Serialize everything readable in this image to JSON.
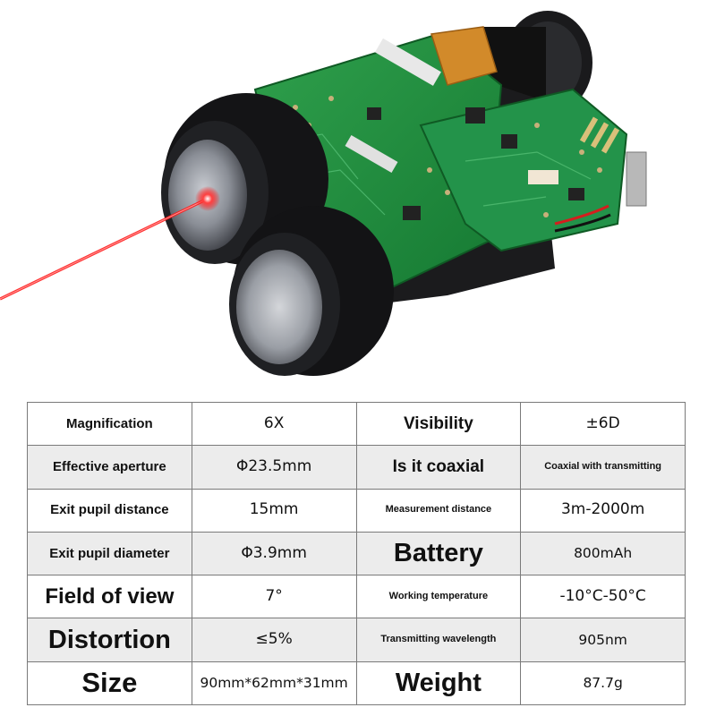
{
  "specs": [
    {
      "label": "Magnification",
      "value": "6X",
      "label2": "Visibility",
      "value2": "±6D"
    },
    {
      "label": "Effective aperture",
      "value": "Φ23.5mm",
      "label2": "Is it coaxial",
      "value2": "Coaxial with transmitting"
    },
    {
      "label": "Exit pupil distance",
      "value": "15mm",
      "label2": "Measurement distance",
      "value2": "3m-2000m"
    },
    {
      "label": "Exit pupil diameter",
      "value": "Φ3.9mm",
      "label2": "Battery",
      "value2": "800mAh"
    },
    {
      "label": "Field of view",
      "value": "7°",
      "label2": "Working temperature",
      "value2": "-10°C-50°C"
    },
    {
      "label": "Distortion",
      "value": "≤5%",
      "label2": "Transmitting wavelength",
      "value2": "905nm"
    },
    {
      "label": "Size",
      "value": "90mm*62mm*31mm",
      "label2": "Weight",
      "value2": "87.7g"
    }
  ],
  "colors": {
    "pcb": "#1f8a3c",
    "laser": "#e01010",
    "grid": "#7a7a7a",
    "row_alt": "#ececec"
  }
}
